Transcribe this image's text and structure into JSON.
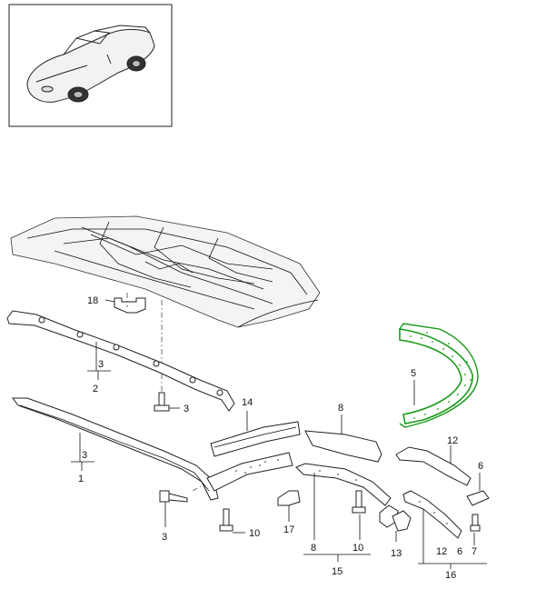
{
  "callouts": {
    "c18": "18",
    "c3_clip": "3",
    "c2": "2",
    "c3_screw_upper": "3",
    "c3_strip": "3",
    "c1": "1",
    "c3_screw_lower": "3",
    "c14": "14",
    "c10_left": "10",
    "c17": "17",
    "c8_top": "8",
    "c8_bottom": "8",
    "c10_mid": "10",
    "c15": "15",
    "c5": "5",
    "c12_top": "12",
    "c6_top": "6",
    "c13": "13",
    "c12_bottom": "12",
    "c6_bottom": "6",
    "c7": "7",
    "c16": "16"
  },
  "colors": {
    "highlight": "#1a9a1a",
    "line": "#222222"
  },
  "icons": {
    "vehicle_thumbnail": "convertible-car-illustration"
  }
}
